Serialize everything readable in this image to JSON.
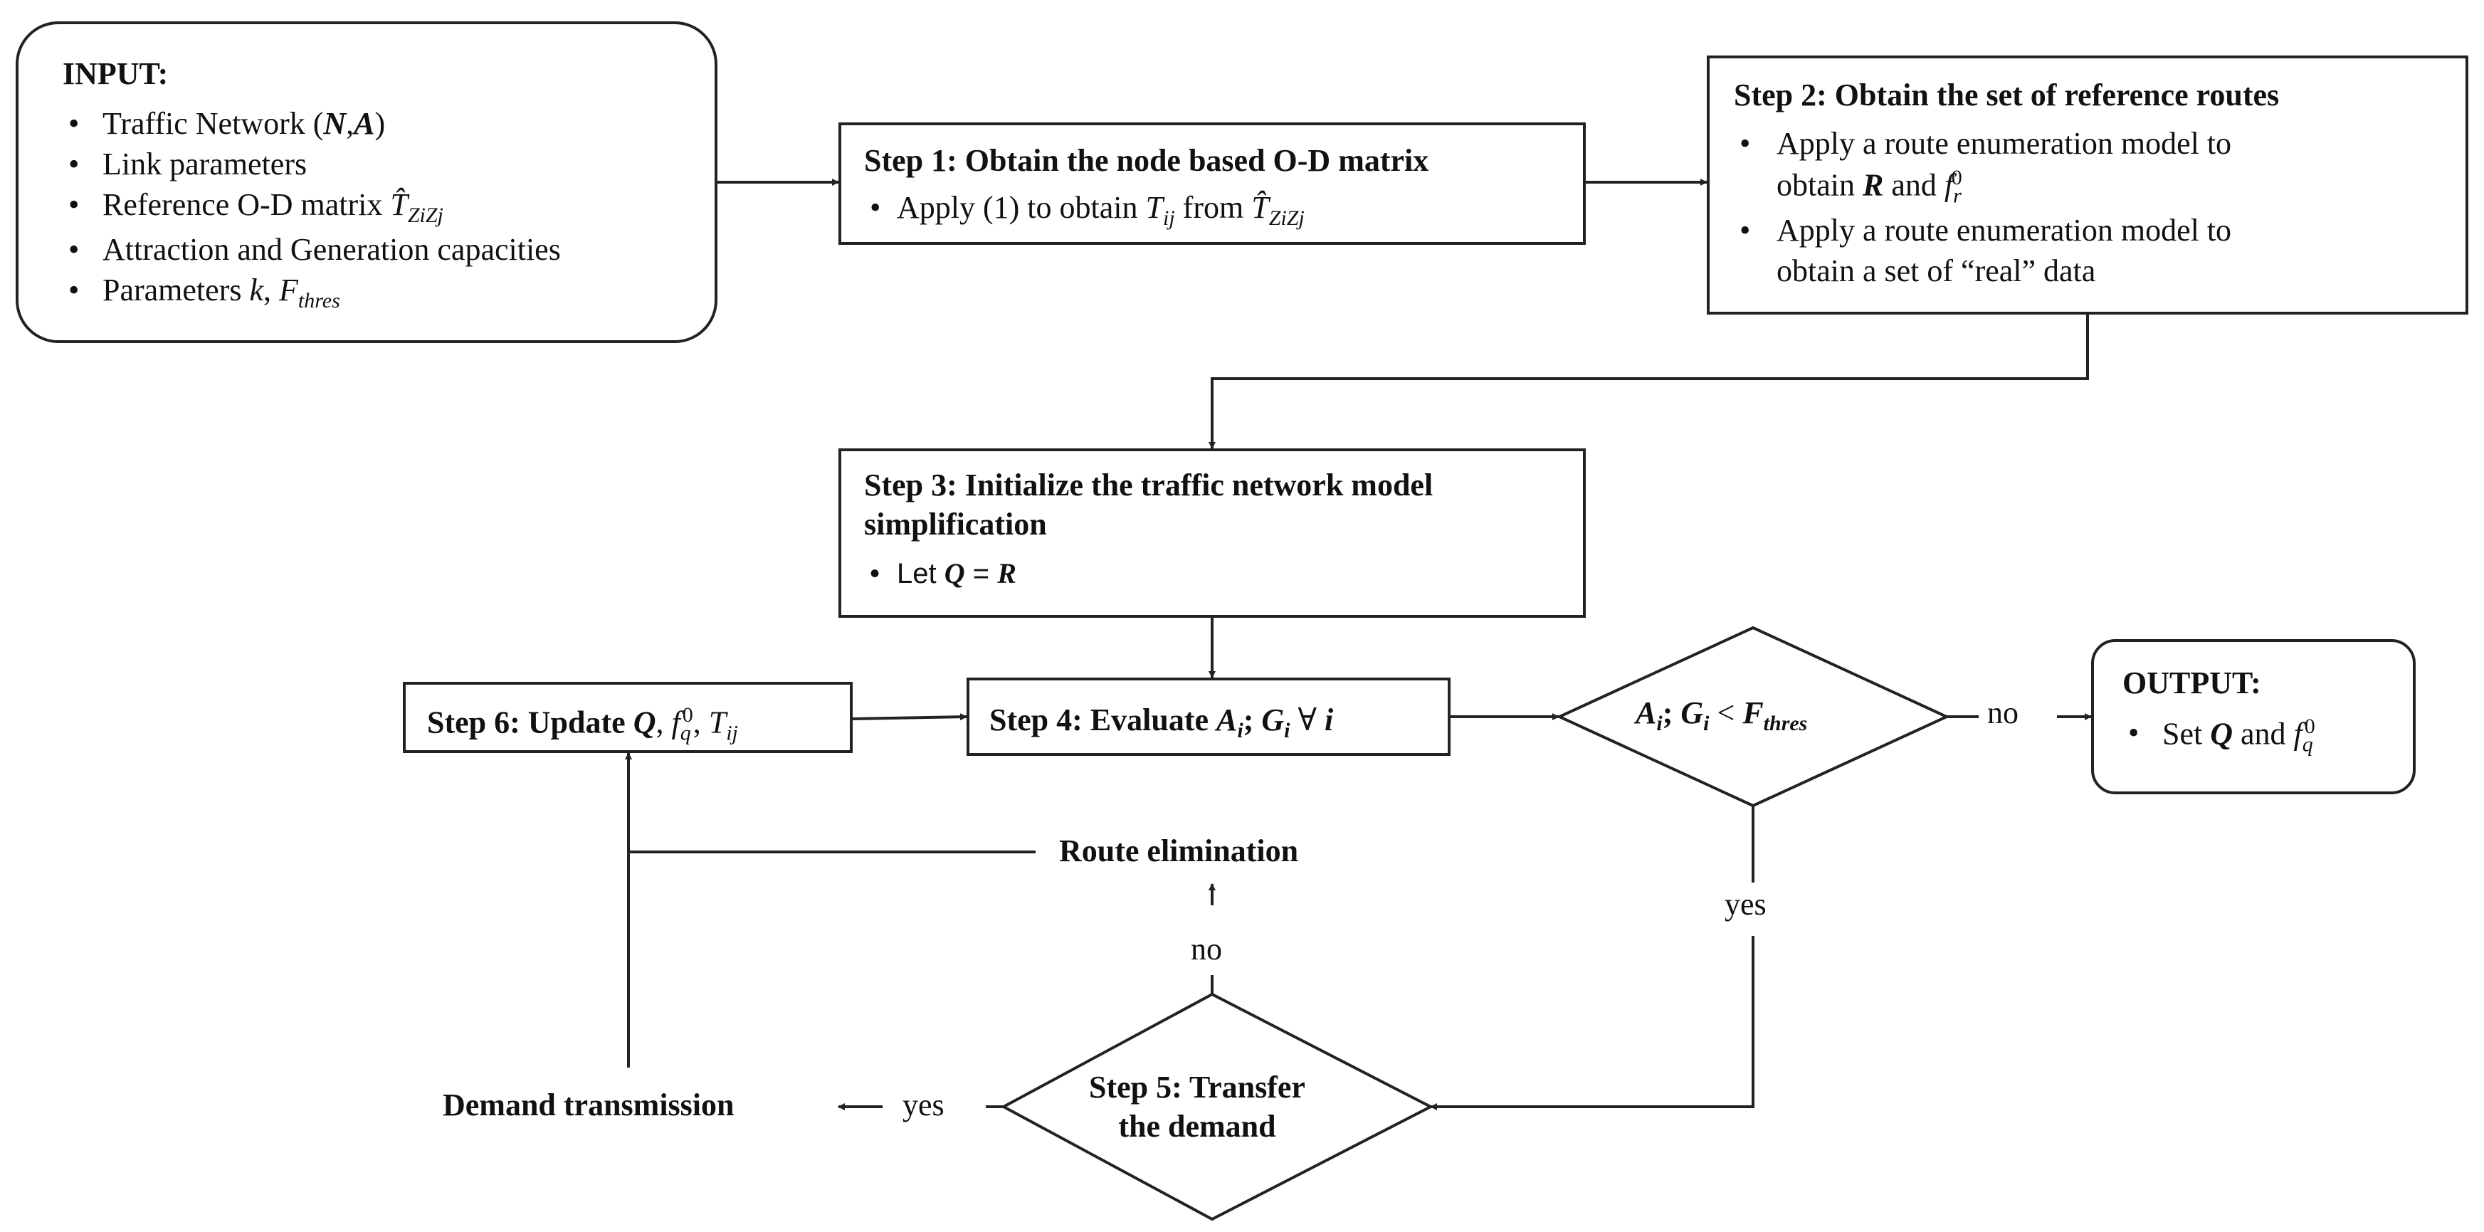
{
  "input_box": {
    "title": "INPUT:",
    "item1": {
      "text": "Traffic Network (",
      "N": "N",
      "comma": ",",
      "A": "A",
      "close": ")"
    },
    "item2": "Link parameters",
    "item3": {
      "text": "Reference O-D matrix ",
      "T": "T̂",
      "sub": "ZiZj"
    },
    "item4": "Attraction and Generation capacities",
    "item5": {
      "text": "Parameters ",
      "k": "k",
      "sep": ", ",
      "F": "F",
      "sub": "thres"
    }
  },
  "step1": {
    "title": "Step 1: Obtain the node based O-D matrix",
    "bullet": {
      "pre": "Apply (1) to obtain ",
      "T": "T",
      "tsub": "ij",
      "mid": " from ",
      "That": "T̂",
      "thatsub": "ZiZj"
    }
  },
  "step2": {
    "title": "Step 2: Obtain the set of reference routes",
    "bullet1": {
      "line1": "Apply a route enumeration model to",
      "line2_pre": "obtain ",
      "R": "R",
      "and": " and ",
      "f": "f",
      "fsub": "r",
      "fsup": "0"
    },
    "bullet2": {
      "line1": "Apply a route enumeration model to",
      "line2": "obtain a set of “real” data"
    }
  },
  "step3": {
    "title_line1": "Step 3: Initialize the traffic network model",
    "title_line2": "simplification",
    "bullet": {
      "pre": "Let ",
      "Q": "Q",
      "eq": " = ",
      "R": "R"
    }
  },
  "step4": {
    "pre": "Step 4: Evaluate ",
    "A": "A",
    "asub": "i",
    "sep": "; ",
    "G": "G",
    "gsub": "i",
    "forall": " ∀ ",
    "i": "i"
  },
  "step6": {
    "pre": "Step 6: Update ",
    "Q": "Q",
    "c1": ", ",
    "f": "f",
    "fsub": "q",
    "fsup": "0",
    "c2": ", ",
    "T": "T",
    "tsub": "ij"
  },
  "decision1": {
    "A": "A",
    "asub": "i",
    "sep": "; ",
    "G": "G",
    "gsub": "i",
    "lt": " < ",
    "F": "F",
    "fsub": "thres"
  },
  "decision2": {
    "line1": "Step 5: Transfer",
    "line2": "the demand"
  },
  "output_box": {
    "title": "OUTPUT:",
    "bullet": {
      "pre": "Set ",
      "Q": "Q",
      "and": " and ",
      "f": "f",
      "fsub": "q",
      "fsup": "0"
    }
  },
  "labels": {
    "no1": "no",
    "yes1": "yes",
    "no2": "no",
    "yes2": "yes",
    "route_elimination": "Route elimination",
    "demand_transmission": "Demand transmission"
  }
}
